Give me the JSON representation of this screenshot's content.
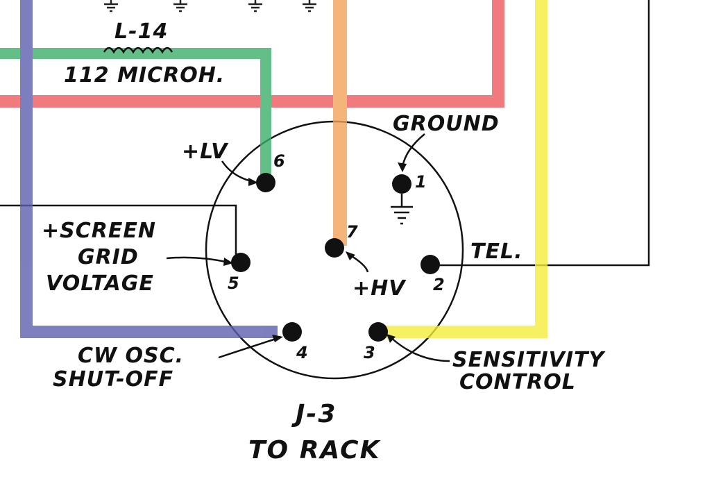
{
  "inductor": {
    "name": "L-14",
    "value": "112 MICROH."
  },
  "connector": {
    "name": "J-3",
    "subtitle": "TO RACK"
  },
  "labels": {
    "ground": "GROUND",
    "plus_lv": "+LV",
    "screen_line1": "+SCREEN",
    "screen_line2": "GRID",
    "screen_line3": "VOLTAGE",
    "plus_hv": "+HV",
    "tel": "TEL.",
    "cw_line1": "CW OSC.",
    "cw_line2": "SHUT-OFF",
    "sens_line1": "SENSITIVITY",
    "sens_line2": "CONTROL"
  },
  "pins": {
    "p1": "1",
    "p2": "2",
    "p3": "3",
    "p4": "4",
    "p5": "5",
    "p6": "6",
    "p7": "7"
  },
  "highlight_colors": {
    "green": "#3dae6a",
    "red": "#ee5a5f",
    "orange": "#f2a25a",
    "yellow": "#f5ec3c",
    "blue": "#5c5fae"
  }
}
